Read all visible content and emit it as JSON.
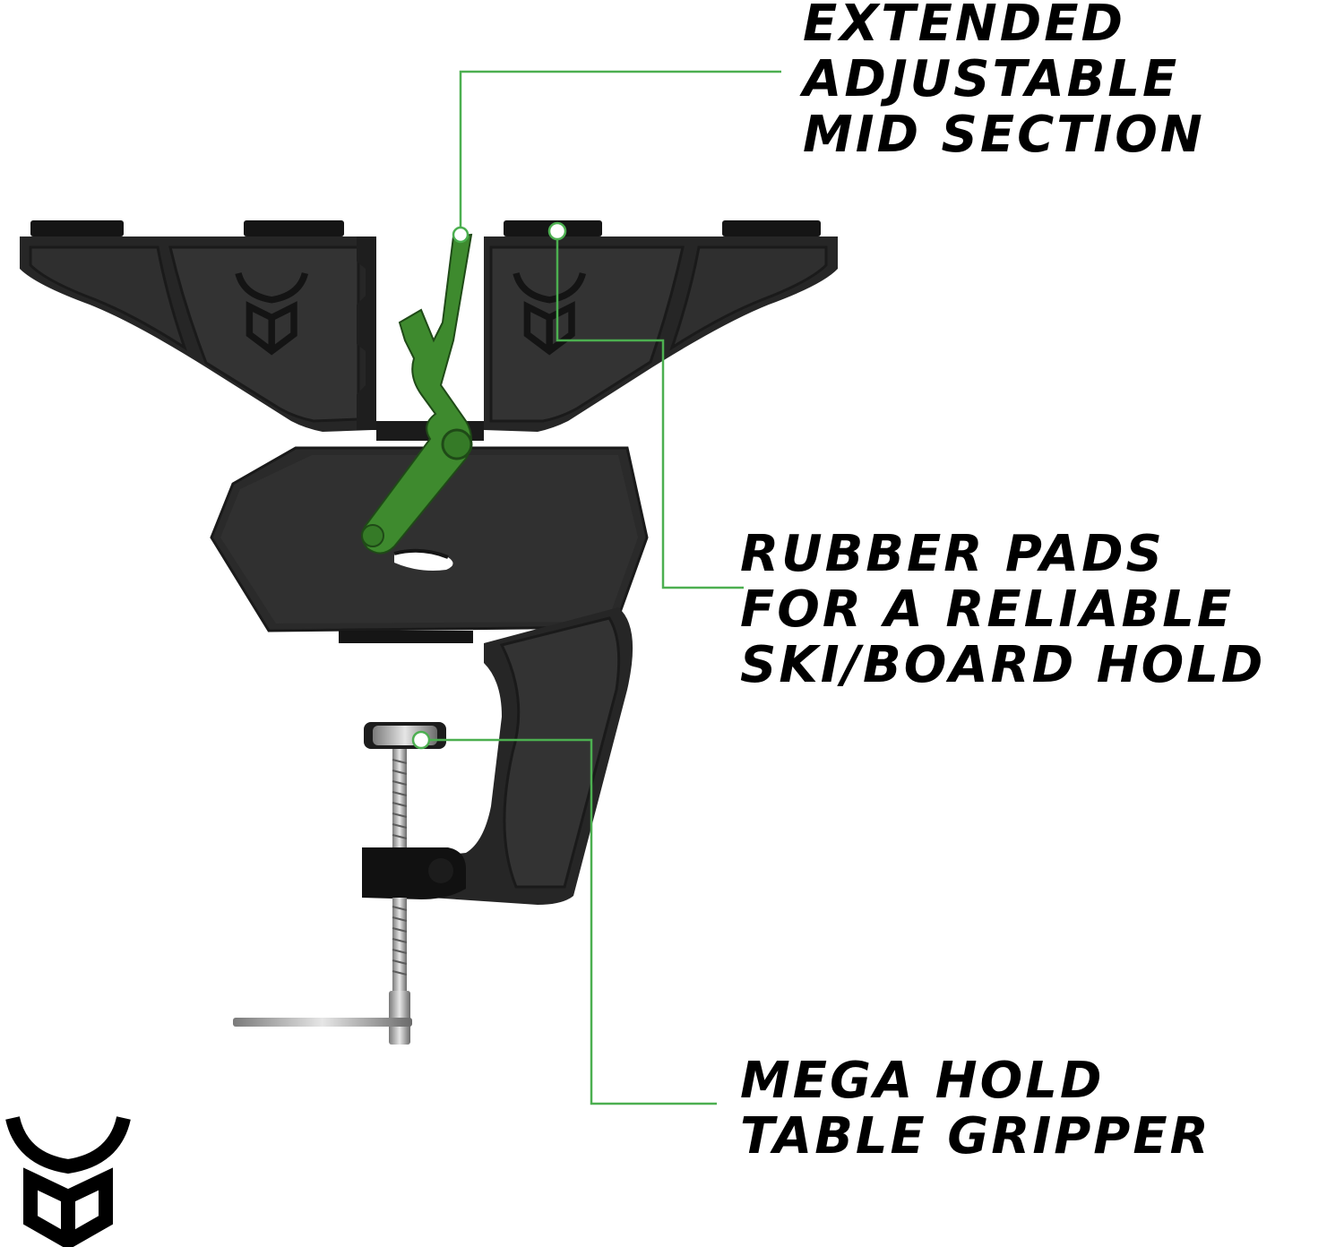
{
  "callouts": {
    "mid_section": [
      "EXTENDED",
      "ADJUSTABLE",
      "MID SECTION"
    ],
    "rubber_pads": [
      "RUBBER PADS",
      "FOR A RELIABLE",
      "SKI/BOARD HOLD"
    ],
    "table_gripper": [
      "MEGA HOLD",
      "TABLE GRIPPER"
    ]
  },
  "icons": {
    "brand_logo": "bull-horns-logo-icon",
    "lever": "green-lever-icon",
    "clamp_screw": "clamp-screw-icon"
  },
  "colors": {
    "body": "#2a2a2a",
    "body_dark": "#151515",
    "accent": "#3e8a2e",
    "leader": "#4caf50",
    "text": "#000000",
    "metal": "#b8b8b8"
  }
}
